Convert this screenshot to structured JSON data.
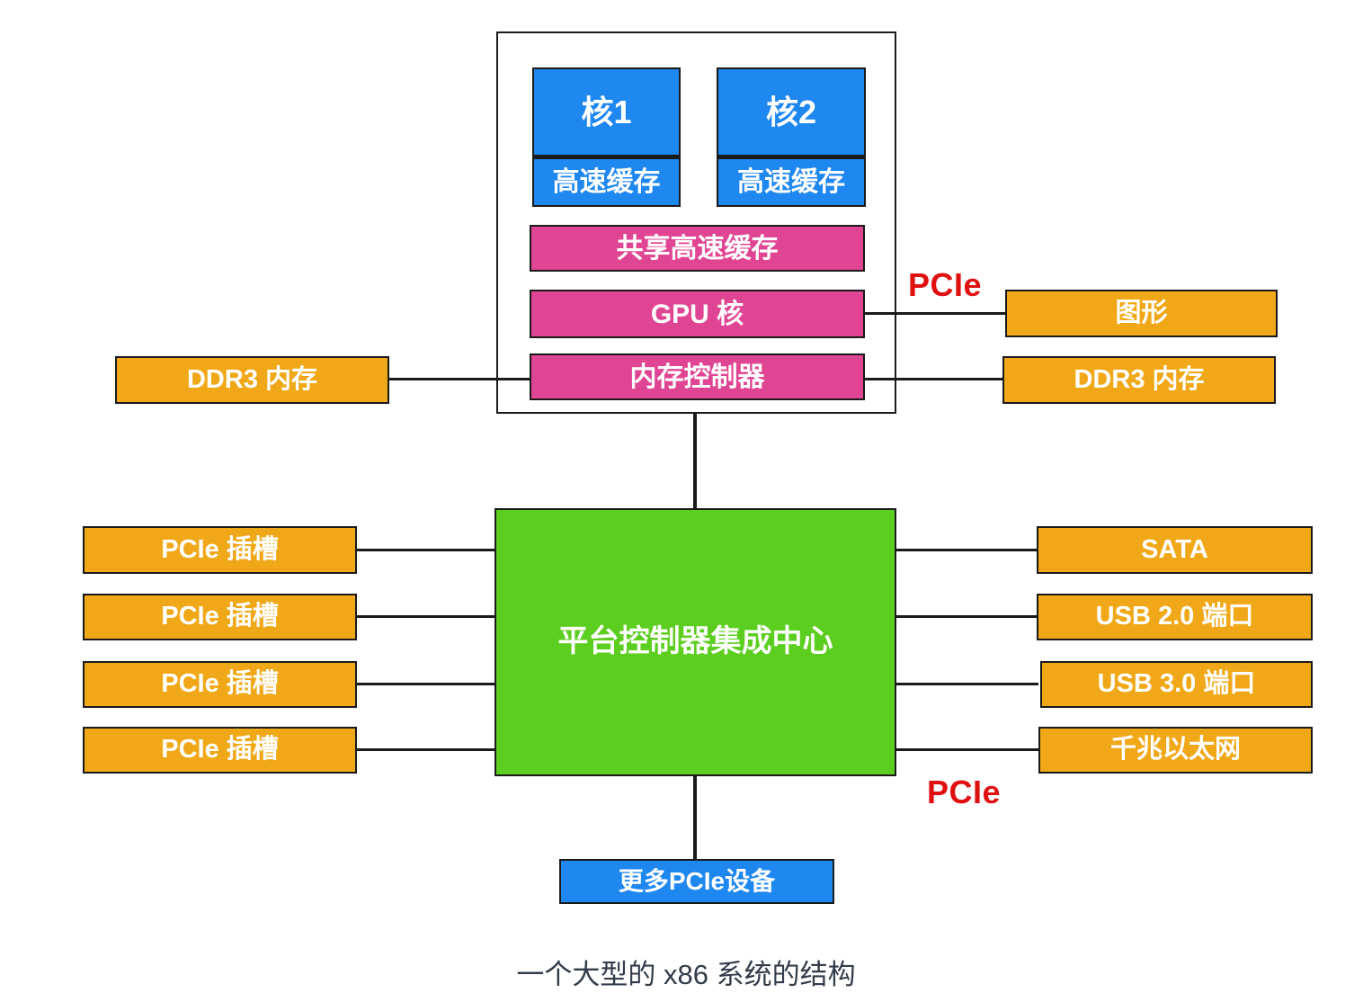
{
  "colors": {
    "blue": "#1E87F0",
    "pink": "#E04593",
    "orange": "#F0A818",
    "green": "#5CCE20",
    "red": "#E01010",
    "line": "#1A1A1A",
    "caption": "#333C4A"
  },
  "cpu": {
    "core1": "核1",
    "core2": "核2",
    "cache1": "高速缓存",
    "cache2": "高速缓存",
    "shared_cache": "共享高速缓存",
    "gpu_core": "GPU 核",
    "memory_controller": "内存控制器"
  },
  "memory": {
    "ddr3_left": "DDR3 内存",
    "ddr3_right": "DDR3 内存"
  },
  "graphics": "图形",
  "hub": "平台控制器集成中心",
  "pcie_slots": [
    "PCIe 插槽",
    "PCIe 插槽",
    "PCIe 插槽",
    "PCIe 插槽"
  ],
  "peripherals": [
    "SATA",
    "USB 2.0 端口",
    "USB 3.0 端口",
    "千兆以太网"
  ],
  "more_pcie": "更多PCIe设备",
  "pcie_label_top": "PCIe",
  "pcie_label_bottom": "PCIe",
  "caption": "一个大型的 x86 系统的结构"
}
